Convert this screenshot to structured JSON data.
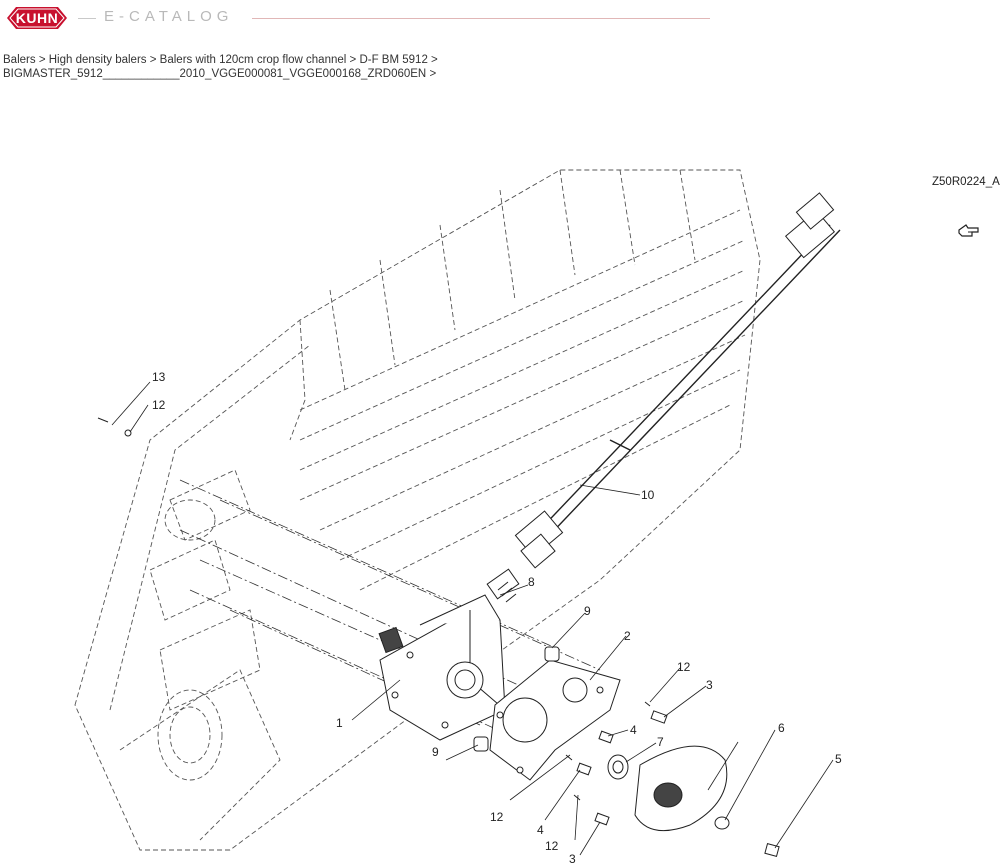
{
  "header": {
    "logo_text": "KUHN",
    "brand_title": "E-CATALOG",
    "brand_color": "#c8102e"
  },
  "breadcrumb": {
    "items": [
      "Balers",
      "High density balers",
      "Balers with 120cm crop flow channel",
      "D-F BM 5912",
      "BIGMASTER_5912____________2010_VGGE000081_VGGE000168_ZRD060EN"
    ],
    "separator": ">"
  },
  "diagram": {
    "reference": "Z50R0224_A",
    "nav_icon": "hand-pointer-icon",
    "callouts": [
      "13",
      "12",
      "10",
      "8",
      "9",
      "2",
      "12",
      "3",
      "1",
      "4",
      "7",
      "6",
      "9",
      "12",
      "4",
      "12",
      "3",
      "5"
    ]
  }
}
